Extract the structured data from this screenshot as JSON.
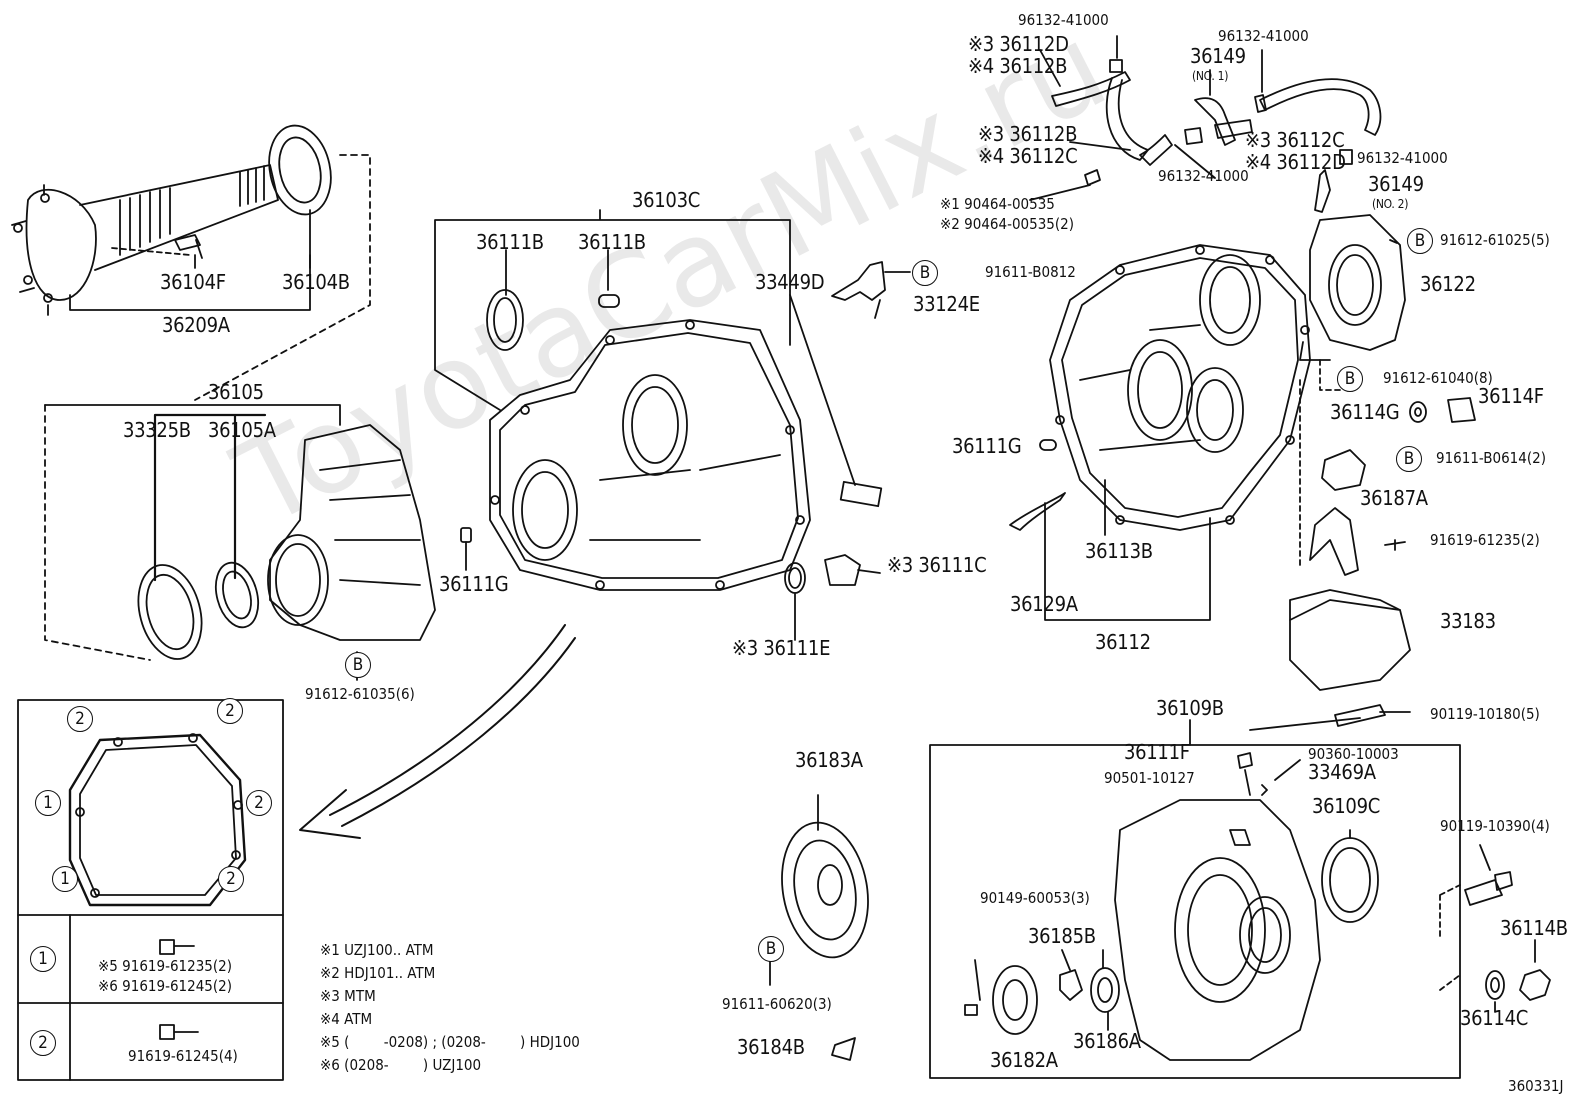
{
  "diagram": {
    "watermark": "ToyotaCarMix.ru",
    "figure_code": "360331J",
    "markers": {
      "b": "B",
      "one": "1",
      "two": "2"
    },
    "labels": {
      "p96132_a": "96132-41000",
      "p96132_b": "96132-41000",
      "p96132_c": "96132-41000",
      "p96132_d": "96132-41000",
      "x3_36112D": "※3 36112D",
      "x4_36112B": "※4 36112B",
      "p36149_no1": "36149",
      "no1": "(NO. 1)",
      "x3_36112B": "※3 36112B",
      "x4_36112C": "※4 36112C",
      "x3_36112C": "※3 36112C",
      "x4_36112D": "※4 36112D",
      "p36149_no2": "36149",
      "no2": "(NO. 2)",
      "x1_90464": "※1 90464-00535",
      "x2_90464": "※2 90464-00535(2)",
      "p36103C": "36103C",
      "p36111B_a": "36111B",
      "p36111B_b": "36111B",
      "p33449D": "33449D",
      "p91611_B0812": "91611-B0812",
      "p33124E": "33124E",
      "p91612_61025": "91612-61025(5)",
      "p36122": "36122",
      "p36104F": "36104F",
      "p36104B": "36104B",
      "p36209A": "36209A",
      "p36105": "36105",
      "p33325B": "33325B",
      "p36105A": "36105A",
      "p91612_61040": "91612-61040(8)",
      "p36114G": "36114G",
      "p36114F": "36114F",
      "p36111G_r": "36111G",
      "p91611_B0614": "91611-B0614(2)",
      "p36187A": "36187A",
      "p91619_61235": "91619-61235(2)",
      "p36111G_l": "36111G",
      "x3_36111C": "※3 36111C",
      "p36113B": "36113B",
      "p36129A": "36129A",
      "p33183": "33183",
      "x3_36111E": "※3 36111E",
      "p36112": "36112",
      "p91612_61035": "91612-61035(6)",
      "p36109B": "36109B",
      "p90119_10180": "90119-10180(5)",
      "p36111F": "36111F",
      "p90360_10003": "90360-10003",
      "p90501_10127": "90501-10127",
      "p33469A": "33469A",
      "p36183A": "36183A",
      "p36109C": "36109C",
      "p90119_10390": "90119-10390(4)",
      "p90149_60053": "90149-60053(3)",
      "p36185B": "36185B",
      "p36114B": "36114B",
      "p91611_60620": "91611-60620(3)",
      "p36186A": "36186A",
      "p36114C": "36114C",
      "p36184B": "36184B",
      "p36182A": "36182A"
    },
    "table": {
      "row1_a": "※5 91619-61235(2)",
      "row1_b": "※6 91619-61245(2)",
      "row2": "91619-61245(4)"
    },
    "notes": [
      "※1 UZJ100.. ATM",
      "※2 HDJ101.. ATM",
      "※3 MTM",
      "※4 ATM",
      "※5 (        -0208) ; (0208-        ) HDJ100",
      "※6 (0208-        ) UZJ100"
    ]
  }
}
